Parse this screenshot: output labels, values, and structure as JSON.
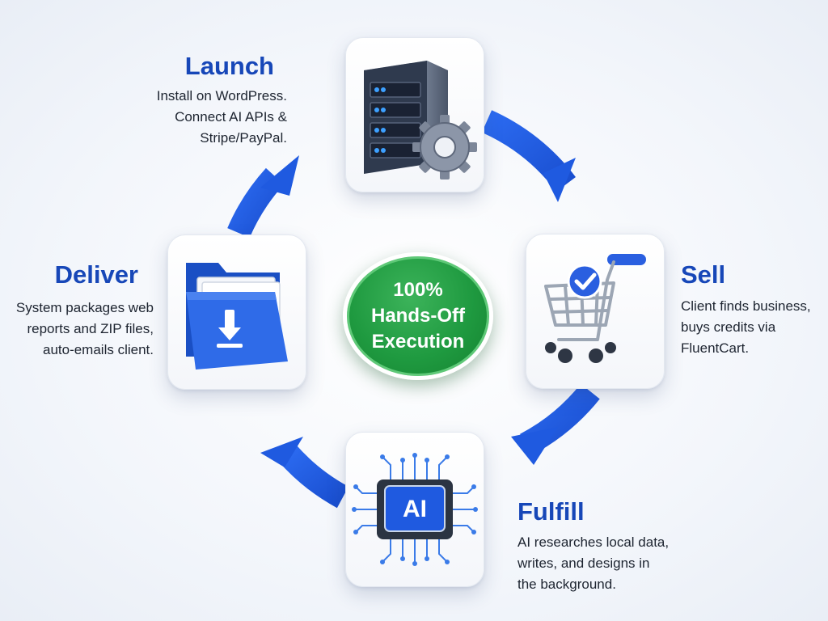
{
  "stages": {
    "launch": {
      "title": "Launch",
      "lines": [
        "Install on WordPress.",
        "Connect AI APIs &",
        "Stripe/PayPal."
      ],
      "icon": "server-gear-icon"
    },
    "sell": {
      "title": "Sell",
      "lines": [
        "Client finds business,",
        "buys credits via",
        "FluentCart."
      ],
      "icon": "shopping-cart-check-icon"
    },
    "fulfill": {
      "title": "Fulfill",
      "lines": [
        "AI researches local data,",
        "writes, and designs in",
        "the background."
      ],
      "icon": "ai-chip-icon",
      "chip_label": "AI"
    },
    "deliver": {
      "title": "Deliver",
      "lines": [
        "System packages web",
        "reports and ZIP files,",
        "auto-emails client."
      ],
      "icon": "folder-download-icon"
    }
  },
  "center": {
    "lines": [
      "100%",
      "Hands-Off",
      "Execution"
    ]
  },
  "colors": {
    "arrow": "#1f5ae0",
    "title": "#1747b8",
    "badge": "#1f9a40"
  }
}
